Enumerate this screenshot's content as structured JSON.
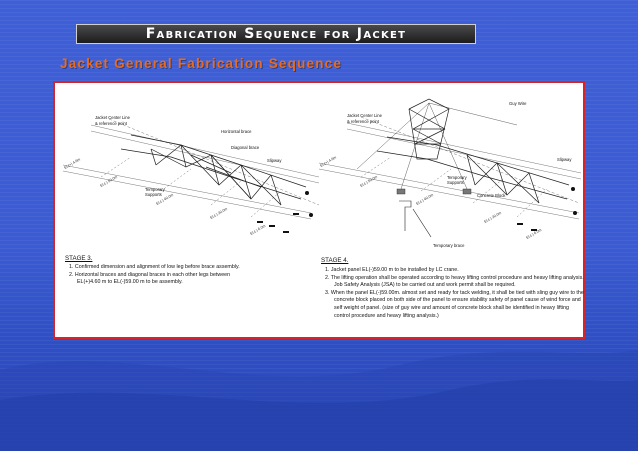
{
  "title": "Fabrication Sequence for Jacket",
  "subtitle": "Jacket General Fabrication Sequence",
  "colors": {
    "subtitle": "#e86b1f",
    "panel_border": "#d6242b",
    "background": "#3b5bd2"
  },
  "left_drawing": {
    "labels": {
      "center_line": "Jacket Center Line",
      "reference_point": "& reference point",
      "horizontal_brace": "Horizontal brace",
      "diagonal_brace": "Diagonal brace",
      "slipway": "Slipway",
      "temporary": "Temporary",
      "supports": "Supports",
      "grid": [
        "EL(+) 4.6m",
        "EL(-) 59.0m",
        "EL(-) 40.0m",
        "EL(-) 20.0m",
        "EL(-) 6.0m"
      ]
    },
    "stage": {
      "title": "STAGE 3.",
      "notes": [
        "1. Confirmed dimension and alignment of low leg before brace assembly.",
        "2. Horizontal braces and diagonal braces in each other legs between",
        "EL(+)4.60 m to EL(-)59.00 m to be assembly."
      ]
    }
  },
  "right_drawing": {
    "labels": {
      "guy_wire": "Guy Wire",
      "center_line": "Jacket Center Line",
      "reference_point": "& reference point",
      "slipway": "Slipway",
      "temporary": "Temporary",
      "supports": "Supports",
      "concrete_block": "Concrete Block",
      "temporary_brace": "Temporary brace",
      "grid": [
        "EL(+) 4.6m",
        "EL(-) 59.0m",
        "EL(-) 40.0m",
        "EL(-) 20.0m",
        "EL(-) 6.0m"
      ]
    },
    "stage": {
      "title": "STAGE 4.",
      "notes": [
        "1. Jacket panel EL(-)59.00 m to be installed by LC crane.",
        "2. The lifting operation shall be operated according to heavy lifting control procedure and heavy lifting analysis.",
        "Job Safety Analysis (JSA) to be carried out and work permit shall be required.",
        "3. When the panel EL(-)59.00m. almost set and ready for tack welding, it shall be tied with sling guy wire to the",
        "concrete block placed on both side of the panel to ensure stability safety of panel cause of wind force and",
        "self weight of panel. (size  of guy wire and amount of concrete block shall be identified in heavy lifting",
        "control procedure and heavy lifting analysis.)"
      ]
    }
  }
}
